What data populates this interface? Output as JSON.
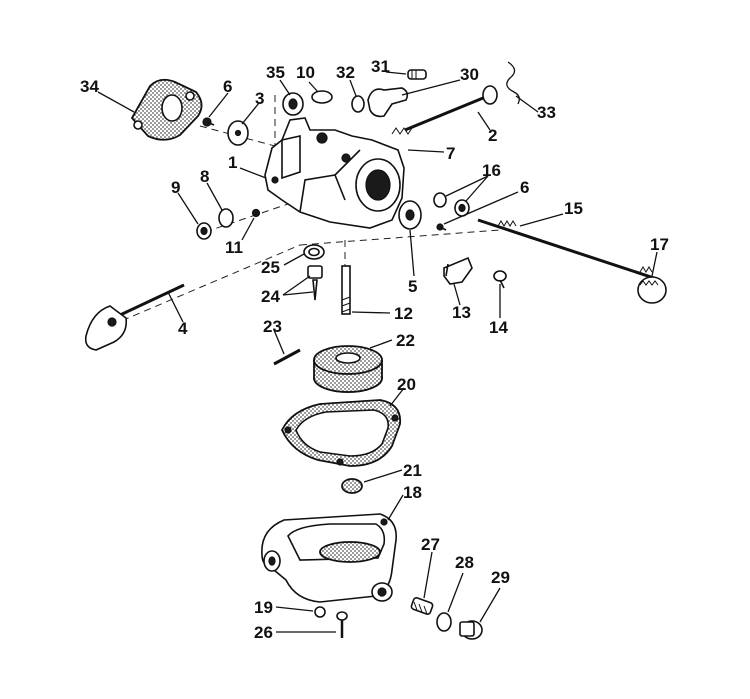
{
  "diagram": {
    "labels": {
      "p1": "1",
      "p2": "2",
      "p3": "3",
      "p4": "4",
      "p5": "5",
      "p6a": "6",
      "p6b": "6",
      "p7": "7",
      "p8": "8",
      "p9": "9",
      "p10": "10",
      "p11": "11",
      "p12": "12",
      "p13": "13",
      "p14": "14",
      "p15": "15",
      "p16": "16",
      "p17": "17",
      "p18": "18",
      "p19": "19",
      "p20": "20",
      "p21": "21",
      "p22": "22",
      "p23": "23",
      "p24": "24",
      "p25": "25",
      "p26": "26",
      "p27": "27",
      "p28": "28",
      "p29": "29",
      "p30": "30",
      "p31": "31",
      "p32": "32",
      "p33": "33",
      "p34": "34",
      "p35": "35"
    }
  },
  "colors": {
    "ink": "#111111",
    "paper": "#ffffff",
    "stipple": "#555555"
  }
}
